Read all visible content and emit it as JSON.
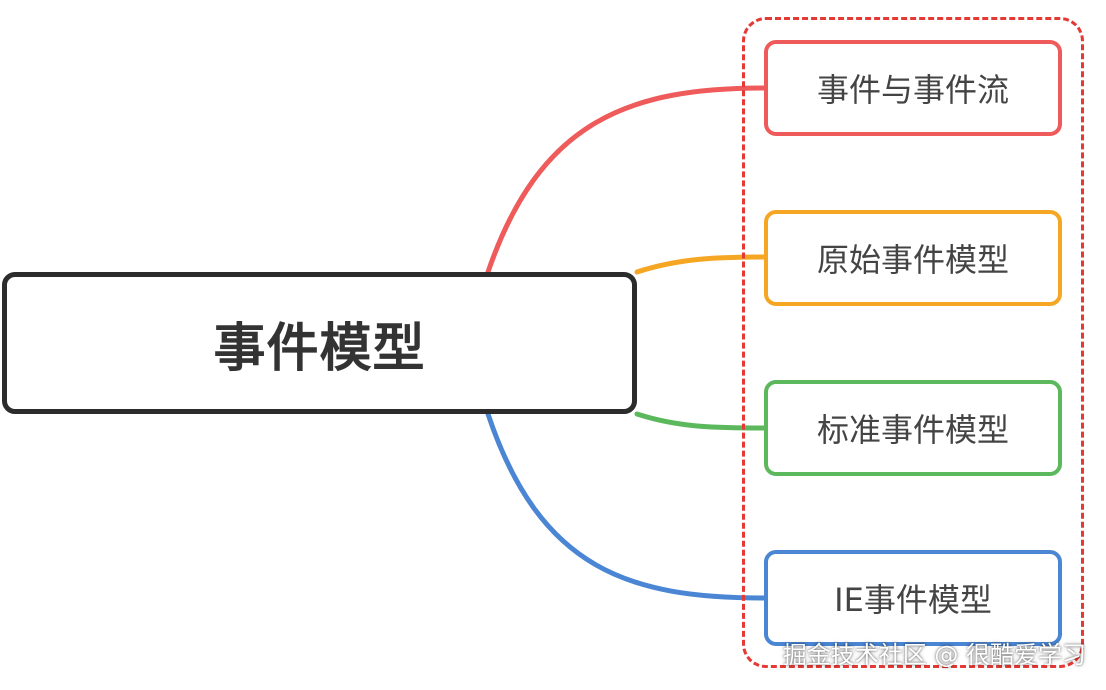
{
  "diagram": {
    "root": {
      "label": "事件模型",
      "border_color": "#2c2c2c"
    },
    "group_frame": {
      "border_color": "#e53935",
      "style": "dashed"
    },
    "children": [
      {
        "label": "事件与事件流",
        "color": "#ef5b5b"
      },
      {
        "label": "原始事件模型",
        "color": "#f5a623"
      },
      {
        "label": "标准事件模型",
        "color": "#5cb85c"
      },
      {
        "label": "IE事件模型",
        "color": "#4a86d4"
      }
    ]
  },
  "watermark": {
    "text": "掘金技术社区 @ 很酷爱学习"
  }
}
